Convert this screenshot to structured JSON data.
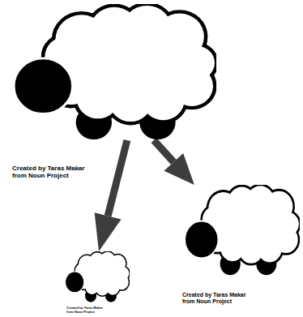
{
  "diagram": {
    "nodes": [
      {
        "text": [
          "Created by Taras Makar from Noun Project"
        ]
      },
      {
        "text": [
          "Created by Taras Makar from Noun Project"
        ]
      },
      {
        "text": [
          "Created by Taras Makar from Noun Project"
        ]
      }
    ],
    "edges": [
      {
        "from": 0,
        "to": 2,
        "arrow": "to"
      },
      {
        "from": 0,
        "to": 1,
        "arrow": "to"
      }
    ]
  }
}
